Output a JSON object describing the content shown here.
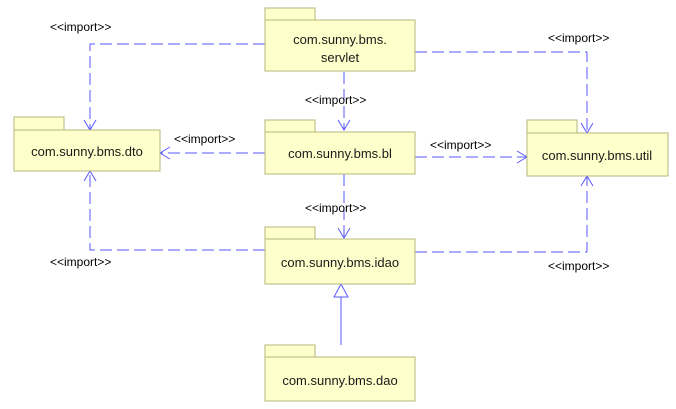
{
  "diagram": {
    "packages": {
      "servlet": {
        "line1": "com.sunny.bms.",
        "line2": "servlet"
      },
      "dto": {
        "label": "com.sunny.bms.dto"
      },
      "bl": {
        "label": "com.sunny.bms.bl"
      },
      "util": {
        "label": "com.sunny.bms.util"
      },
      "idao": {
        "label": "com.sunny.bms.idao"
      },
      "dao": {
        "label": "com.sunny.bms.dao"
      }
    },
    "stereotypes": {
      "servlet_dto": "<<import>>",
      "servlet_util": "<<import>>",
      "servlet_bl": "<<import>>",
      "bl_dto": "<<import>>",
      "bl_util": "<<import>>",
      "bl_idao": "<<import>>",
      "idao_dto": "<<import>>",
      "idao_util": "<<import>>"
    },
    "colors": {
      "package_fill": "#ffffcc",
      "package_border": "#b5b57a",
      "connector": "#5a5aff"
    }
  }
}
